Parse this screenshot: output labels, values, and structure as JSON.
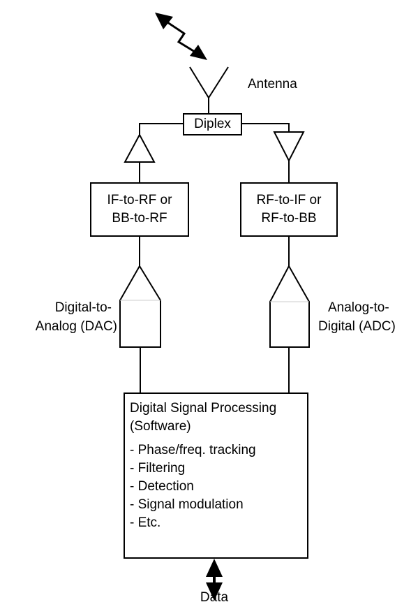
{
  "antenna_label": "Antenna",
  "diplex_label": "Diplex",
  "tx_upconverter": {
    "line1": "IF-to-RF or",
    "line2": "BB-to-RF"
  },
  "rx_downconverter": {
    "line1": "RF-to-IF or",
    "line2": "RF-to-BB"
  },
  "dac_label": {
    "line1": "Digital-to-",
    "line2": "Analog (DAC)"
  },
  "adc_label": {
    "line1": "Analog-to-",
    "line2": "Digital (ADC)"
  },
  "dsp": {
    "title_line1": "Digital Signal Processing",
    "title_line2": "(Software)",
    "items": [
      "- Phase/freq. tracking",
      "- Filtering",
      "- Detection",
      "- Signal modulation",
      "- Etc."
    ]
  },
  "data_label": "Data"
}
